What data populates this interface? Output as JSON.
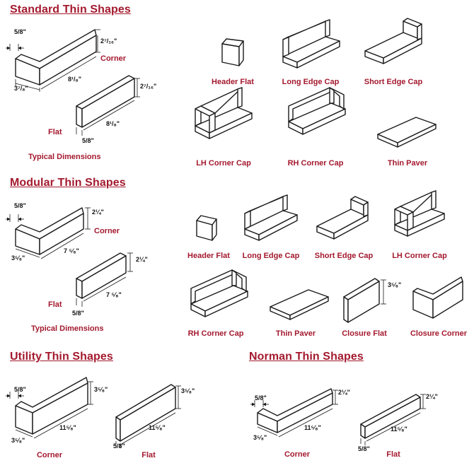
{
  "sections": {
    "standard": {
      "title": "Standard Thin Shapes",
      "corner": "Corner",
      "flat": "Flat",
      "typical": "Typical Dimensions",
      "dims": {
        "thick": "5/8\"",
        "height": "2⁷/₁₆\"",
        "return": "3⁷/₈\"",
        "length": "8¹/₈\""
      },
      "shapes": [
        "Header Flat",
        "Long Edge Cap",
        "Short Edge Cap",
        "LH Corner Cap",
        "RH Corner Cap",
        "Thin Paver"
      ]
    },
    "modular": {
      "title": "Modular Thin Shapes",
      "corner": "Corner",
      "flat": "Flat",
      "typical": "Typical Dimensions",
      "dims": {
        "thick": "5/8\"",
        "height": "2¼\"",
        "return": "3⁵⁄₈\"",
        "length": "7 ⁵⁄₈\""
      },
      "shapes": [
        "Header Flat",
        "Long Edge Cap",
        "Short Edge Cap",
        "LH Corner Cap",
        "RH Corner Cap",
        "Thin Paver",
        "Closure Flat",
        "Closure Corner"
      ],
      "closure_dim": "3⁵⁄₈\""
    },
    "utility": {
      "title": "Utility Thin Shapes",
      "corner": "Corner",
      "flat": "Flat",
      "dims": {
        "thick": "5/8\"",
        "height": "3⁵⁄₈\"",
        "return": "3⁵⁄₈\"",
        "length": "11⁵⁄₈\""
      }
    },
    "norman": {
      "title": "Norman Thin Shapes",
      "corner": "Corner",
      "flat": "Flat",
      "dims": {
        "thick": "5/8\"",
        "height": "2¼\"",
        "return": "3⁵⁄₈\"",
        "length": "11⁵⁄₈\""
      }
    }
  },
  "colors": {
    "accent": "#a3192e",
    "line": "#1a1a1a",
    "shade": "#5a5a5a"
  }
}
